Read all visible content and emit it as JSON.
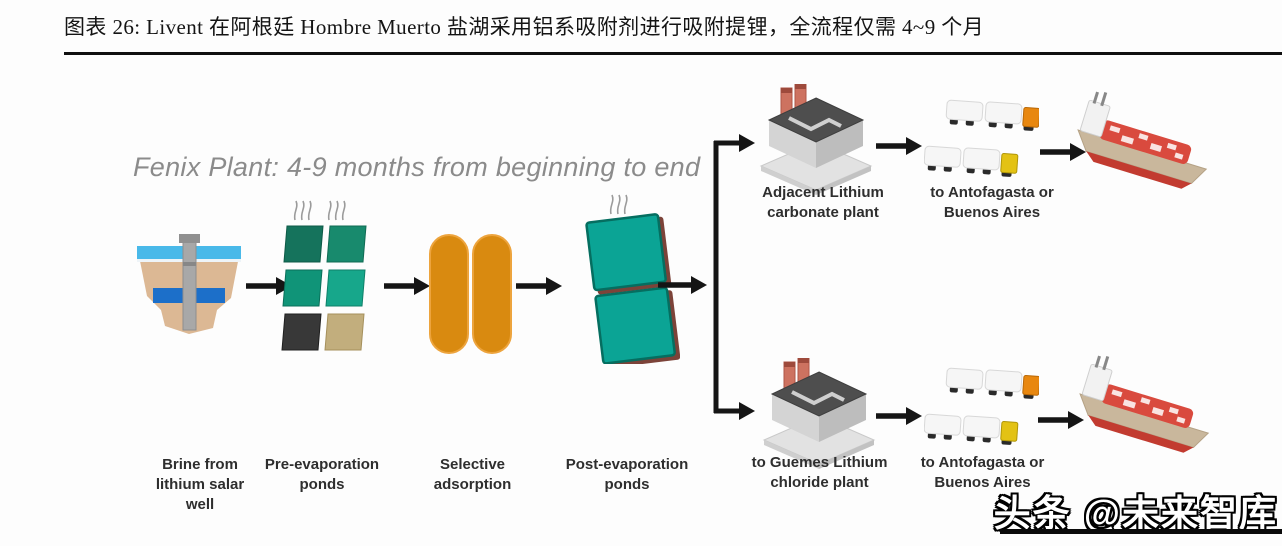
{
  "figure": {
    "title": "图表 26: Livent 在阿根廷 Hombre Muerto 盐湖采用铝系吸附剂进行吸附提锂，全流程仅需 4~9 个月",
    "caption": "Fenix Plant: 4-9 months from beginning to end"
  },
  "flow": {
    "stages": [
      {
        "label": "Brine from lithium salar well",
        "icon": "brine-well"
      },
      {
        "label": "Pre-evaporation ponds",
        "icon": "evaporation-ponds"
      },
      {
        "label": "Selective adsorption",
        "icon": "adsorption-columns"
      },
      {
        "label": "Post-evaporation ponds",
        "icon": "post-evaporation-ponds"
      }
    ],
    "branch_top": {
      "plant": "Adjacent Lithium carbonate plant",
      "transport": "to Antofagasta or Buenos Aires",
      "icons": [
        "lithium-carbonate-plant",
        "tanker-trucks",
        "cargo-ship"
      ]
    },
    "branch_bottom": {
      "plant": "to Guemes Lithium chloride plant",
      "transport": "to Antofagasta or Buenos Aires",
      "icons": [
        "lithium-chloride-plant",
        "tanker-trucks",
        "cargo-ship"
      ]
    }
  },
  "watermark": {
    "text": "头条 @未来智库"
  },
  "colors": {
    "pond_dark_green": "#15735c",
    "pond_teal": "#17a78b",
    "pond_black": "#383838",
    "pond_khaki": "#c2ae7d",
    "post_pond_teal": "#0ba495",
    "adsorption_orange": "#d98a10",
    "water_light_blue": "#49b9e9",
    "water_deep_blue": "#1c6fc9",
    "ground_tan": "#dcb894",
    "chimney_red": "#cd7260",
    "ship_red": "#d94a3e",
    "truck_cab_orange": "#e8870f",
    "truck_cab_yellow": "#e3c214",
    "arrow_black": "#151515"
  }
}
